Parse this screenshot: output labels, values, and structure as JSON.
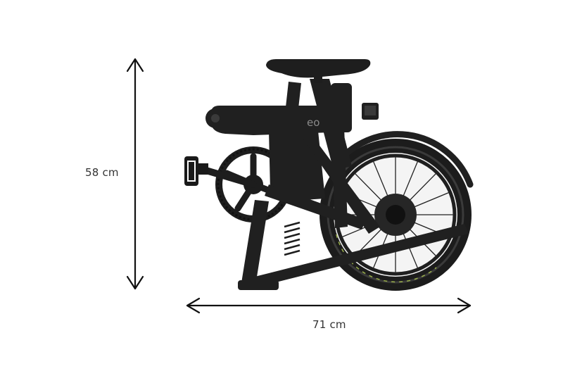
{
  "dimensions": {
    "height_label": "58 cm",
    "width_label": "71 cm"
  },
  "product": {
    "brand_mark": "eo"
  },
  "colors": {
    "frame": "#202020",
    "tire_stripe": "#3a3a3a",
    "tire_accent": "#9ab04a",
    "arrow": "#111111",
    "background": "#ffffff"
  },
  "icons": {
    "height_arrow": "double-arrow-vertical",
    "width_arrow": "double-arrow-horizontal"
  }
}
